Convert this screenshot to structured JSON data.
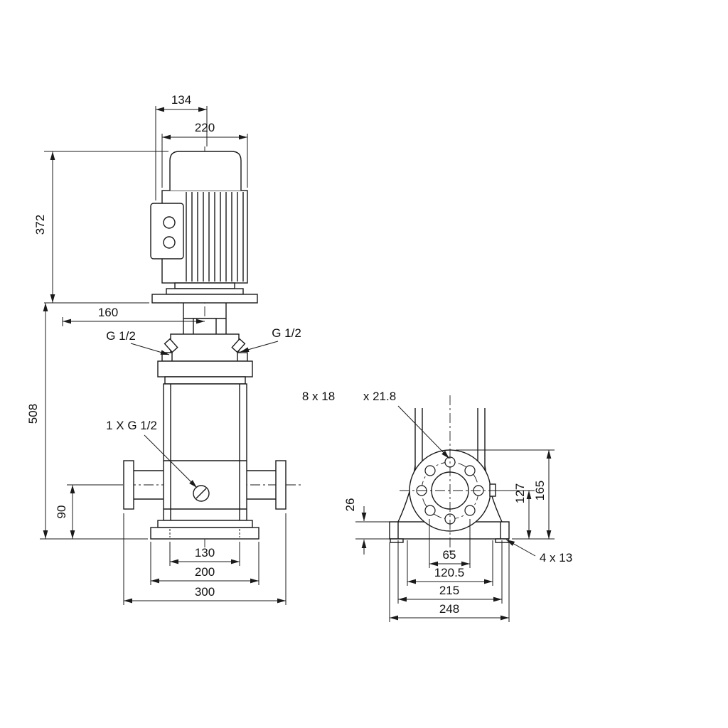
{
  "drawing": {
    "kind": "pump dimensional drawing",
    "colors": {
      "line": "#1a1a1a",
      "background": "#ffffff"
    }
  },
  "front_view": {
    "d134": "134",
    "d220": "220",
    "d372": "372",
    "d160": "160",
    "d508": "508",
    "d90": "90",
    "d130": "130",
    "d200": "200",
    "d300": "300",
    "g_half_left": "G 1/2",
    "g_half_right": "G 1/2",
    "drain": "1 X G 1/2"
  },
  "side_view": {
    "holes8x18": "8 x 18",
    "cb218": "x 21.8",
    "d26": "26",
    "d127": "127",
    "d165": "165",
    "d65": "65",
    "d1205": "120.5",
    "d215": "215",
    "d248": "248",
    "holes4x13": "4  x 13"
  }
}
